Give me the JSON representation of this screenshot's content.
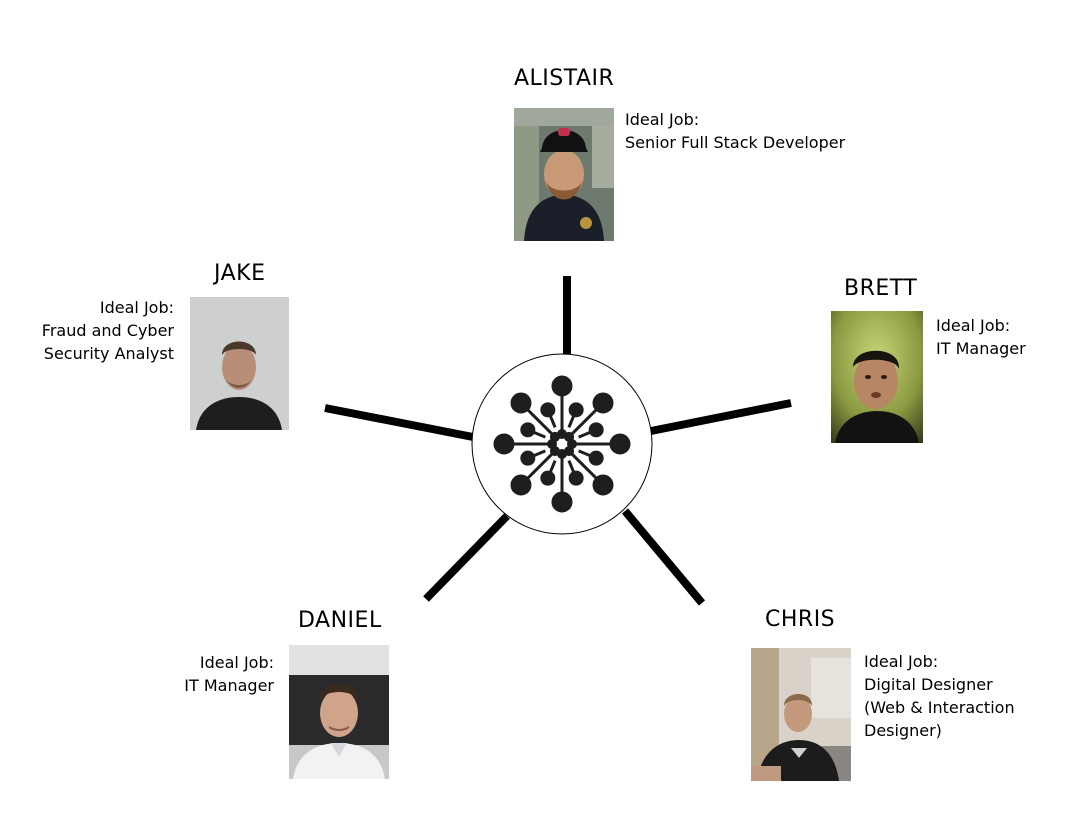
{
  "hub": {
    "icon": "network-hub-icon"
  },
  "members": [
    {
      "id": "alistair",
      "name": "ALISTAIR",
      "job_label": "Ideal Job:",
      "job_lines": [
        "Senior Full Stack Developer"
      ]
    },
    {
      "id": "brett",
      "name": "BRETT",
      "job_label": "Ideal Job:",
      "job_lines": [
        "IT Manager"
      ]
    },
    {
      "id": "chris",
      "name": "CHRIS",
      "job_label": "Ideal Job:",
      "job_lines": [
        "Digital Designer",
        "(Web & Interaction",
        "Designer)"
      ]
    },
    {
      "id": "daniel",
      "name": "DANIEL",
      "job_label": "Ideal Job:",
      "job_lines": [
        "IT Manager"
      ]
    },
    {
      "id": "jake",
      "name": "JAKE",
      "job_label": "Ideal Job:",
      "job_lines": [
        "Fraud and Cyber",
        "Security Analyst"
      ]
    }
  ]
}
